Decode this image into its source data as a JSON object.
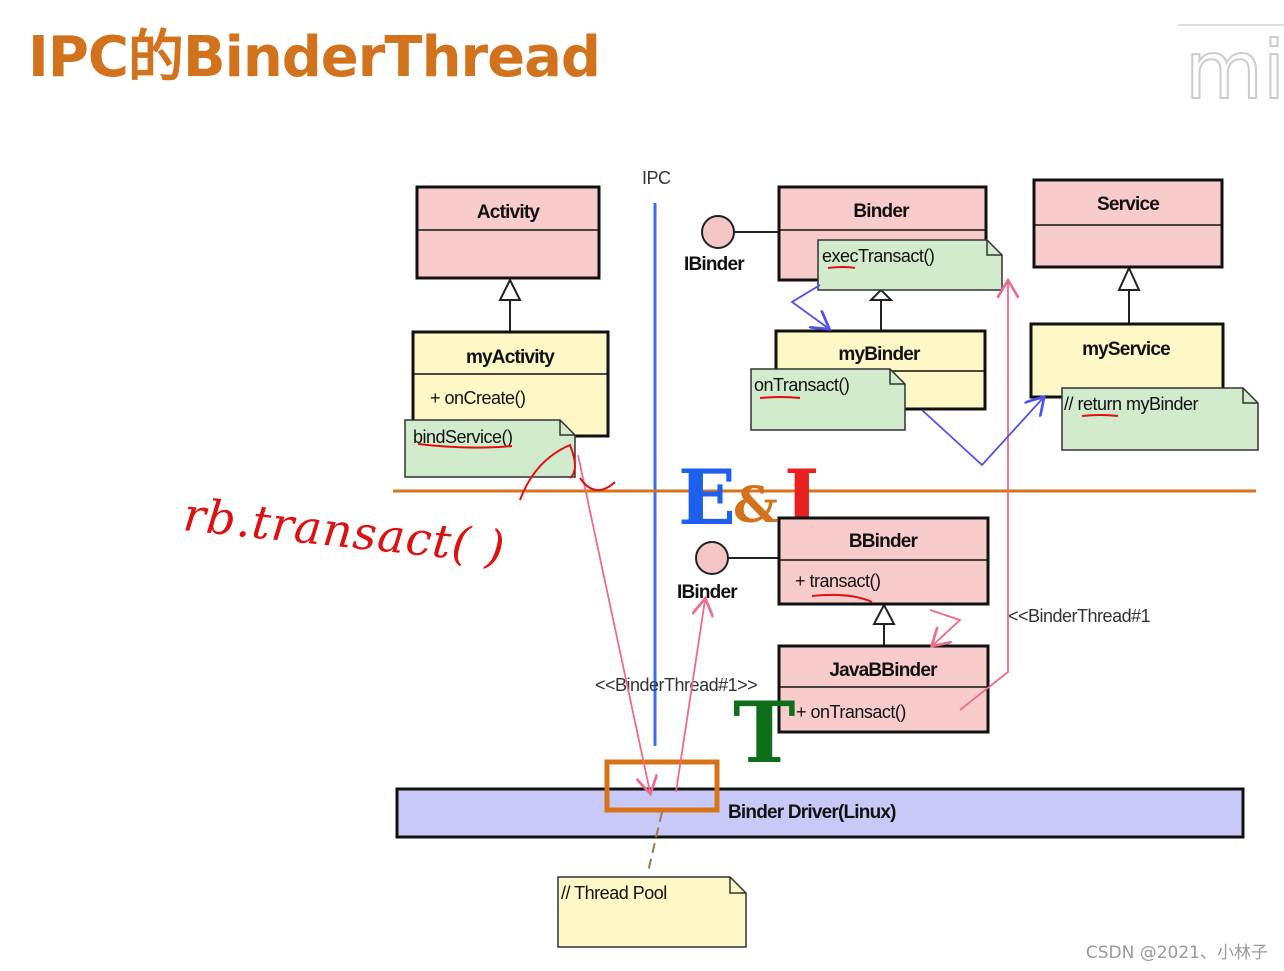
{
  "title": "IPC的BinderThread",
  "logo": "mi",
  "watermark": "CSDN @2021、小林子",
  "ipc_label": "IPC",
  "ei_logo": {
    "e": "E",
    "amp": "&",
    "i": "I"
  },
  "t_logo": "T",
  "classes": {
    "activity": {
      "name": "Activity"
    },
    "my_activity": {
      "name": "myActivity",
      "method": "+ onCreate()"
    },
    "binder": {
      "name": "Binder"
    },
    "my_binder": {
      "name": "myBinder"
    },
    "service": {
      "name": "Service"
    },
    "my_service": {
      "name": "myService"
    },
    "bbinder": {
      "name": "BBinder",
      "method": "+ transact()"
    },
    "java_bbinder": {
      "name": "JavaBBinder",
      "method": "+ onTransact()"
    }
  },
  "notes": {
    "bind_service": "bindService()",
    "exec_transact": "execTransact()",
    "on_transact": "onTransact()",
    "return_my_binder": "// return myBinder",
    "thread_pool": "// Thread Pool"
  },
  "interfaces": {
    "ibinder_top": "IBinder",
    "ibinder_bottom": "IBinder"
  },
  "thread_labels": {
    "left": "<<BinderThread#1>>",
    "right": "<<BinderThread#1"
  },
  "driver": "Binder Driver(Linux)",
  "handwriting": "rb.transact( )",
  "colors": {
    "title": "#d2721c",
    "class_fill": "#f9cccc",
    "sub_fill": "#fdf8c6",
    "note_fill": "#d2ebcc",
    "driver_fill": "#c9c9f7",
    "orange": "#d9731a",
    "pink": "#f06a8a",
    "blue": "#3a6ef0"
  }
}
